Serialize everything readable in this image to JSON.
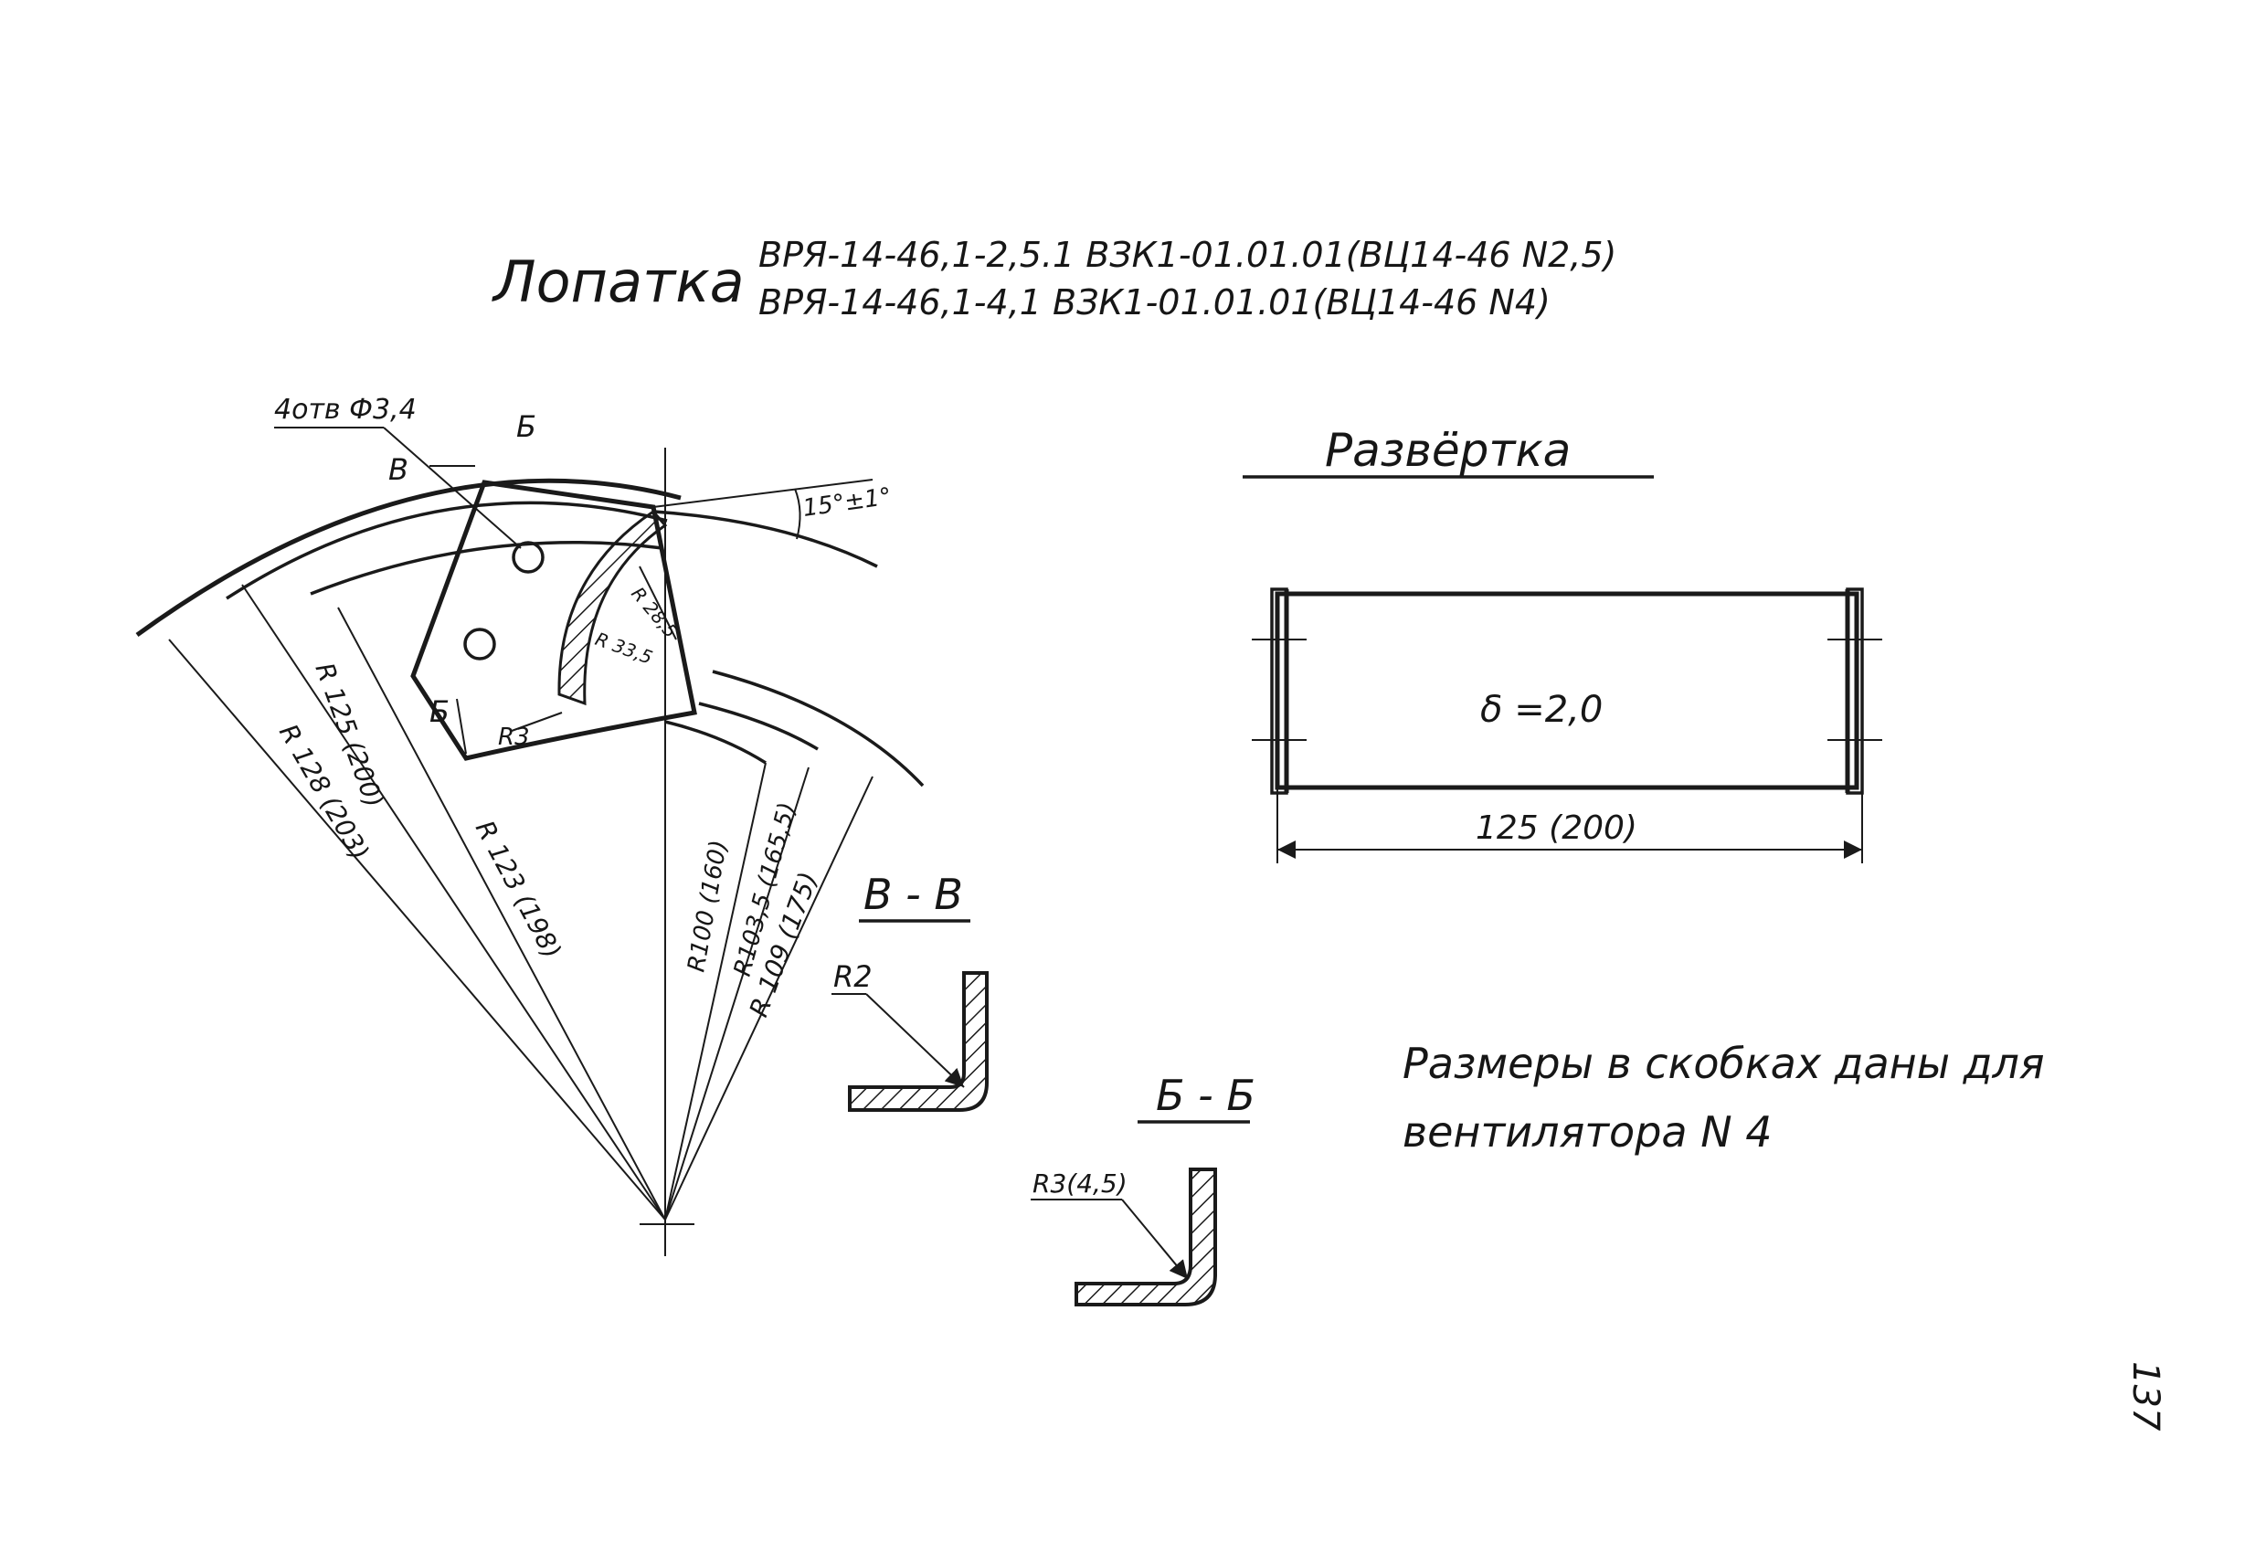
{
  "title": {
    "word": "Лопатка",
    "line1": "ВРЯ-14-46,1-2,5.1 ВЗК1-01.01.01(ВЦ14-46 N2,5)",
    "line2": "ВРЯ-14-46,1-4,1 ВЗК1-01.01.01(ВЦ14-46 N4)"
  },
  "blade_view": {
    "holes": "4отв Ф3,4",
    "section_b": "Б",
    "section_v": "В",
    "angle": "15°±1°",
    "r_a": "R 28,5",
    "r_b": "R 33,5",
    "r_small": "R3",
    "r1": "R 128 (203)",
    "r2": "R 125 (200)",
    "r3": "R 123 (198)",
    "r4": "R100 (160)",
    "r5": "R103,5 (165,5)",
    "r6": "R 109 (175)"
  },
  "development": {
    "title": "Развёртка",
    "thickness": "δ =2,0",
    "length": "125 (200)"
  },
  "section_vv": {
    "title": "В - В",
    "radius": "R2"
  },
  "section_bb": {
    "title": "Б - Б",
    "radius": "R3(4,5)"
  },
  "note": {
    "line1": "Размеры в скобках даны для",
    "line2": "вентилятора N 4"
  },
  "page_number": "137"
}
